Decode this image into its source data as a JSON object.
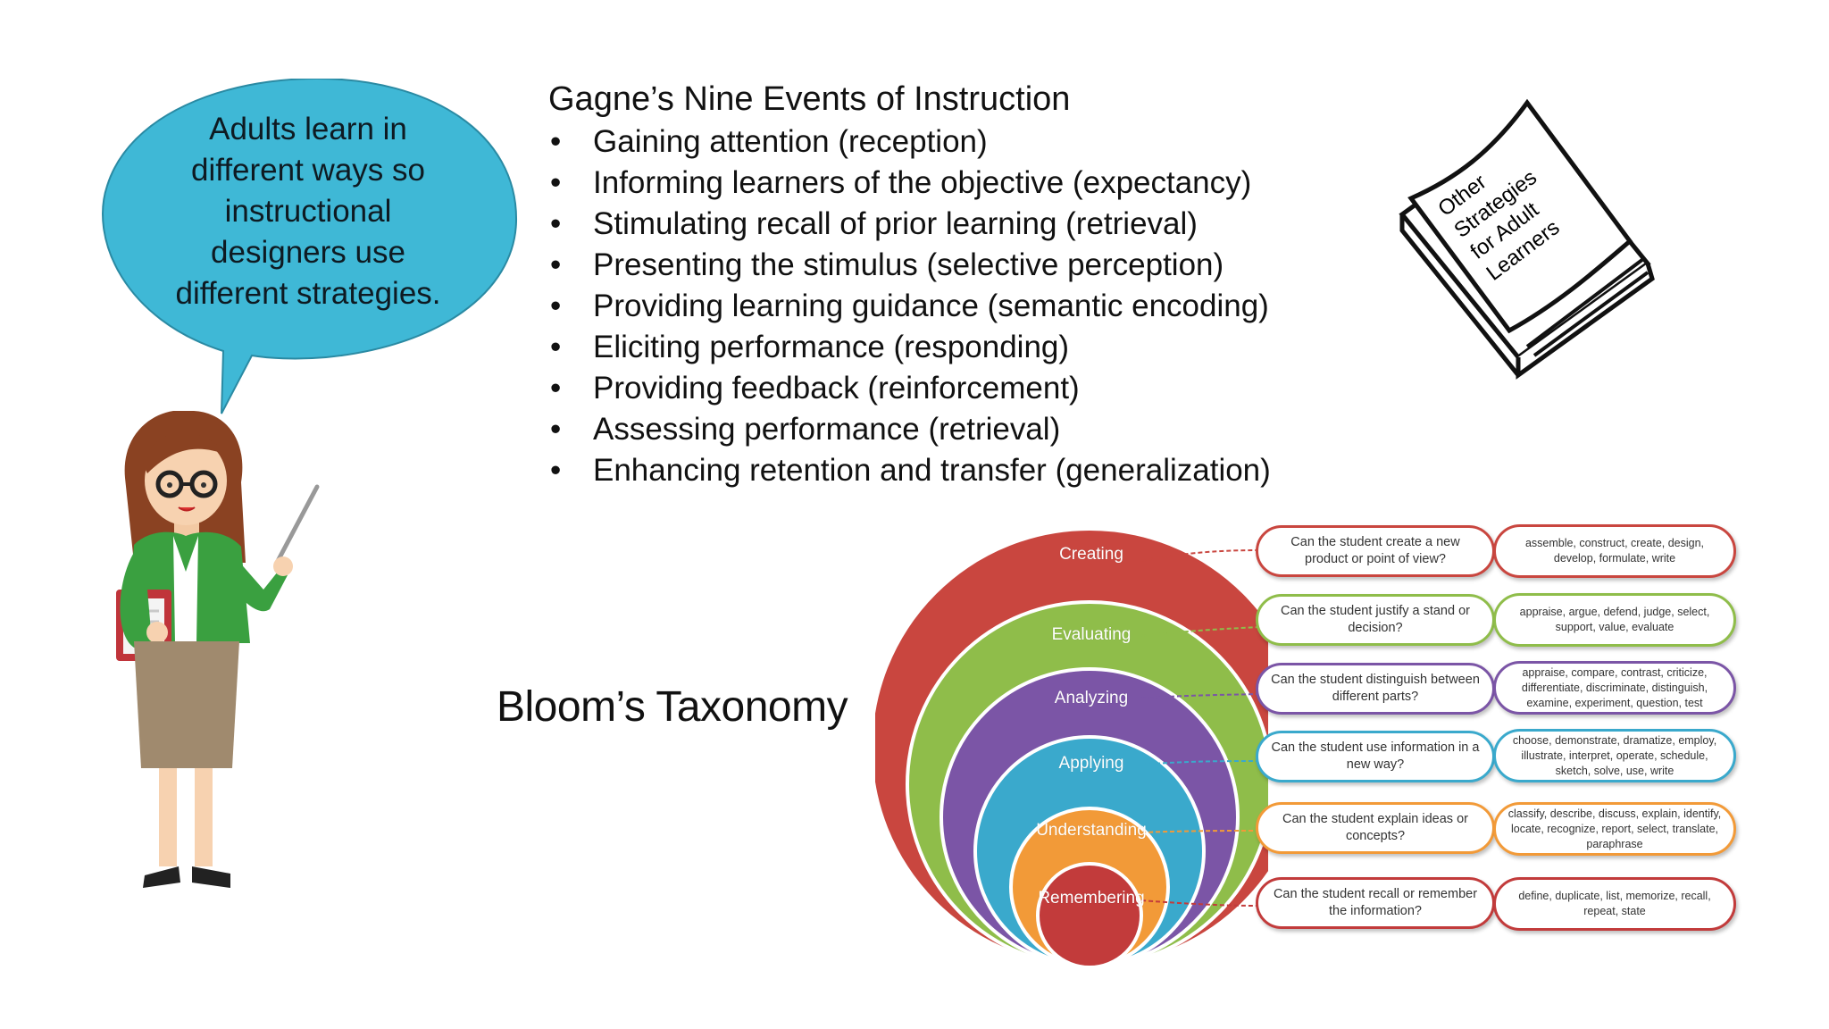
{
  "speech_bubble": {
    "text": "Adults learn in different ways so instructional designers use different strategies.",
    "color": "#3fb8d6"
  },
  "gagne": {
    "title": "Gagne’s Nine Events of Instruction",
    "bullet": "•",
    "items": [
      "Gaining attention (reception)",
      "Informing learners of the objective (expectancy)",
      "Stimulating recall of prior learning (retrieval)",
      "Presenting the stimulus (selective perception)",
      "Providing learning guidance (semantic encoding)",
      "Eliciting performance (responding)",
      "Providing feedback (reinforcement)",
      "Assessing performance (retrieval)",
      "Enhancing retention and transfer (generalization)"
    ]
  },
  "book": {
    "lines": [
      "Other",
      "Strategies",
      "for Adult",
      "Learners"
    ]
  },
  "bloom": {
    "title": "Bloom’s Taxonomy",
    "levels": [
      {
        "name": "Creating",
        "color": "#c9463f",
        "question": "Can the student create a new product or point of view?",
        "verbs": "assemble, construct, create, design, develop, formulate, write"
      },
      {
        "name": "Evaluating",
        "color": "#8fbd4a",
        "question": "Can the student justify a stand or decision?",
        "verbs": "appraise, argue, defend, judge, select, support, value, evaluate"
      },
      {
        "name": "Analyzing",
        "color": "#7b55a6",
        "question": "Can the student distinguish between different parts?",
        "verbs": "appraise, compare, contrast, criticize, differentiate, discriminate, distinguish, examine, experiment, question, test"
      },
      {
        "name": "Applying",
        "color": "#3aa9cc",
        "question": "Can the student use information in a new way?",
        "verbs": "choose, demonstrate, dramatize, employ, illustrate, interpret, operate, schedule, sketch, solve, use, write"
      },
      {
        "name": "Understanding",
        "color": "#f29a38",
        "question": "Can the student explain ideas or concepts?",
        "verbs": "classify, describe, discuss, explain, identify, locate, recognize, report, select, translate, paraphrase"
      },
      {
        "name": "Remembering",
        "color": "#c23b3b",
        "question": "Can the student recall or remember the information?",
        "verbs": "define, duplicate, list, memorize, recall, repeat, state"
      }
    ]
  },
  "colors": {
    "teacher_jacket": "#3aa040",
    "teacher_skirt": "#a08a6e",
    "teacher_hair": "#8a4222"
  }
}
